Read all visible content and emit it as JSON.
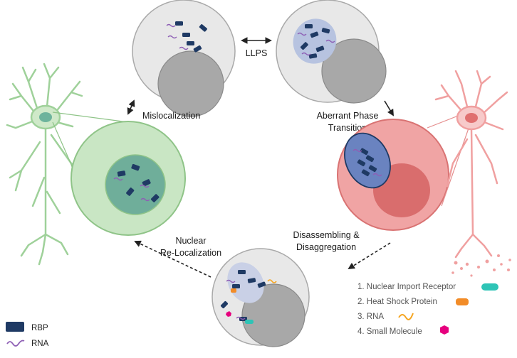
{
  "labels": {
    "llps": "LLPS",
    "mislocalization": "Mislocalization",
    "aberrant_line1": "Aberrant Phase",
    "aberrant_line2": "Transition",
    "disassembling_line1": "Disassembling &",
    "disassembling_line2": "Disaggregation",
    "nuclear_line1": "Nuclear",
    "nuclear_line2": "Re-Localization"
  },
  "treatments": [
    {
      "text": "1. Nuclear Import Receptor",
      "icon": "nuclear-import-receptor-icon",
      "color": "#2ec4b6"
    },
    {
      "text": "2. Heat Shock Protein",
      "icon": "heat-shock-protein-icon",
      "color": "#f28c28"
    },
    {
      "text": "3. RNA",
      "icon": "rna-icon",
      "color": "#f5a623"
    },
    {
      "text": "4. Small Molecule",
      "icon": "small-molecule-icon",
      "color": "#e6007e"
    }
  ],
  "key": {
    "rbp": "RBP",
    "rna": "RNA"
  },
  "colors": {
    "rbp": "#1f3a64",
    "rna": "#8e5fb5",
    "healthy_neuron": "#a8d5a2",
    "diseased_neuron": "#f0a0a0"
  }
}
